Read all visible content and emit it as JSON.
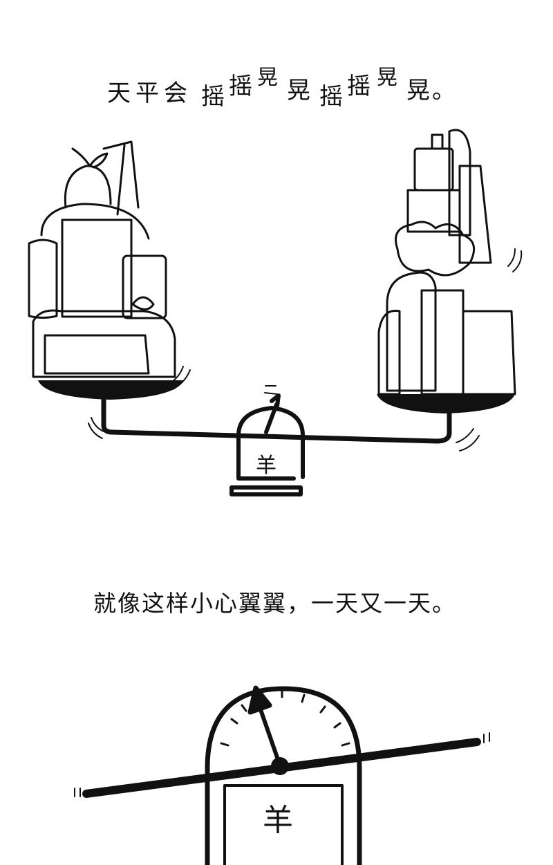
{
  "caption_top": {
    "chars": [
      "天",
      "平",
      "会",
      "摇",
      "摇",
      "晃",
      "晃",
      "摇",
      "摇",
      "晃",
      "晃",
      "。"
    ]
  },
  "caption_bottom": "就像这样小心翼翼，一天又一天。",
  "scale_label_small": "羊",
  "scale_label_large": "羊"
}
